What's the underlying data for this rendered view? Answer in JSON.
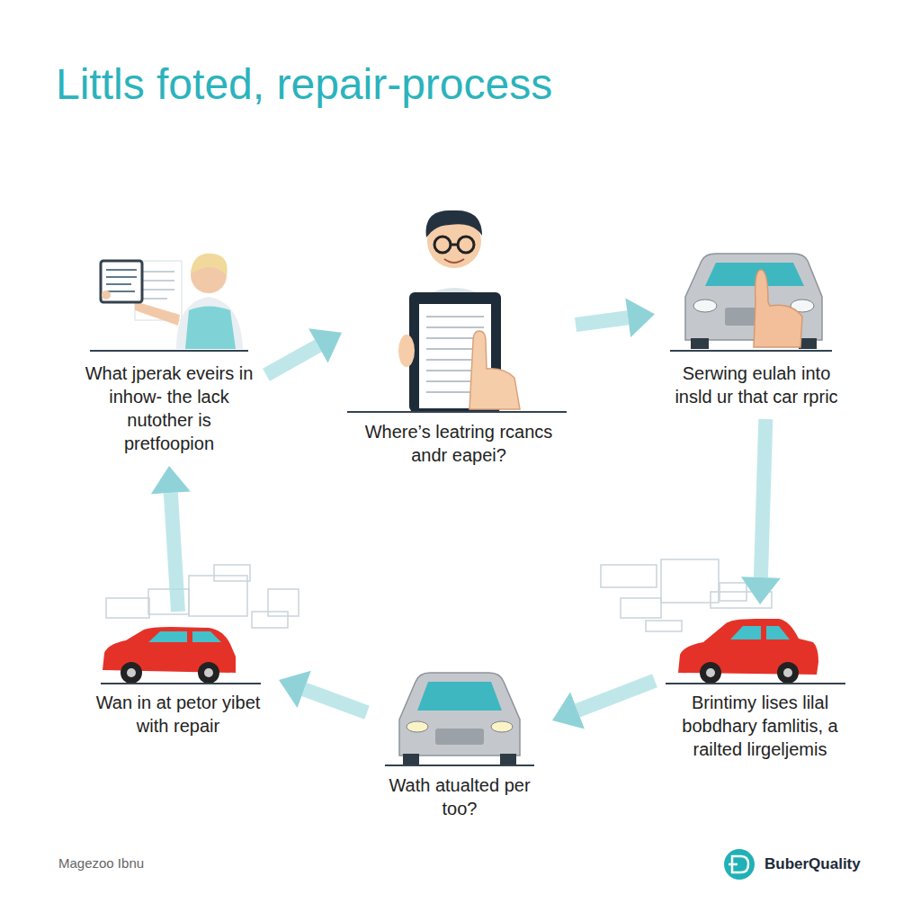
{
  "diagram": {
    "title": "Littls foted, repair-process",
    "nodes": [
      {
        "text": [
          "What jperak eveirs in inhow- the lack nutother is pretfoopion"
        ]
      },
      {
        "text": [
          "Where’s leatring rcancs andr eapei?"
        ]
      },
      {
        "text": [
          "Serwing eulah into insld ur that car rpric"
        ]
      },
      {
        "text": [
          "Wan in at petor yibet with repair"
        ]
      },
      {
        "text": [
          "Wath atualted per too?"
        ]
      },
      {
        "text": [
          "Brintimy lises lilal bobdhary famlitis, a railted lirgeljemis"
        ]
      }
    ],
    "edges": [
      {
        "from": 0,
        "to": 1,
        "arrow": "to"
      },
      {
        "from": 1,
        "to": 2,
        "arrow": "to"
      },
      {
        "from": 2,
        "to": 5,
        "arrow": "to"
      },
      {
        "from": 5,
        "to": 4,
        "arrow": "to"
      },
      {
        "from": 4,
        "to": 3,
        "arrow": "to"
      },
      {
        "from": 3,
        "to": 0,
        "arrow": "to"
      }
    ],
    "labels": [
      "Magezoo Ibnu",
      "BuberQuality"
    ]
  }
}
